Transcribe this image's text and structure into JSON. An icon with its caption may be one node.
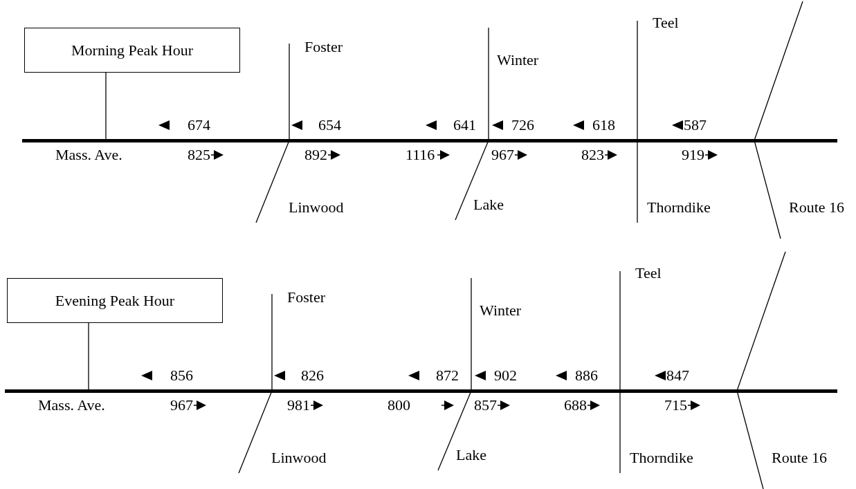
{
  "diagram": {
    "nodes": [
      {
        "text": [
          "Morning Peak Hour"
        ]
      },
      {
        "text": [],
        "shape": "bar"
      },
      {
        "text": [
          "Evening Peak Hour"
        ]
      },
      {
        "text": [],
        "shape": "bar"
      }
    ],
    "edges": [
      {
        "from": 0,
        "to": 1,
        "arrow": "none"
      },
      {
        "from": 2,
        "to": 3,
        "arrow": "none"
      }
    ],
    "labels": [
      "Foster",
      "Teel",
      "Winter",
      "674",
      "654",
      "641",
      "726",
      "618",
      "587",
      "Mass. Ave.",
      "825",
      "892",
      "1116",
      "967",
      "823",
      "919",
      "Linwood",
      "Lake",
      "Thorndike",
      "Route 16",
      "Foster",
      "Teel",
      "Winter",
      "856",
      "826",
      "872",
      "902",
      "886",
      "847",
      "Mass. Ave.",
      "967",
      "981",
      "800",
      "857",
      "688",
      "715",
      "Linwood",
      "Lake",
      "Thorndike",
      "Route 16"
    ]
  }
}
